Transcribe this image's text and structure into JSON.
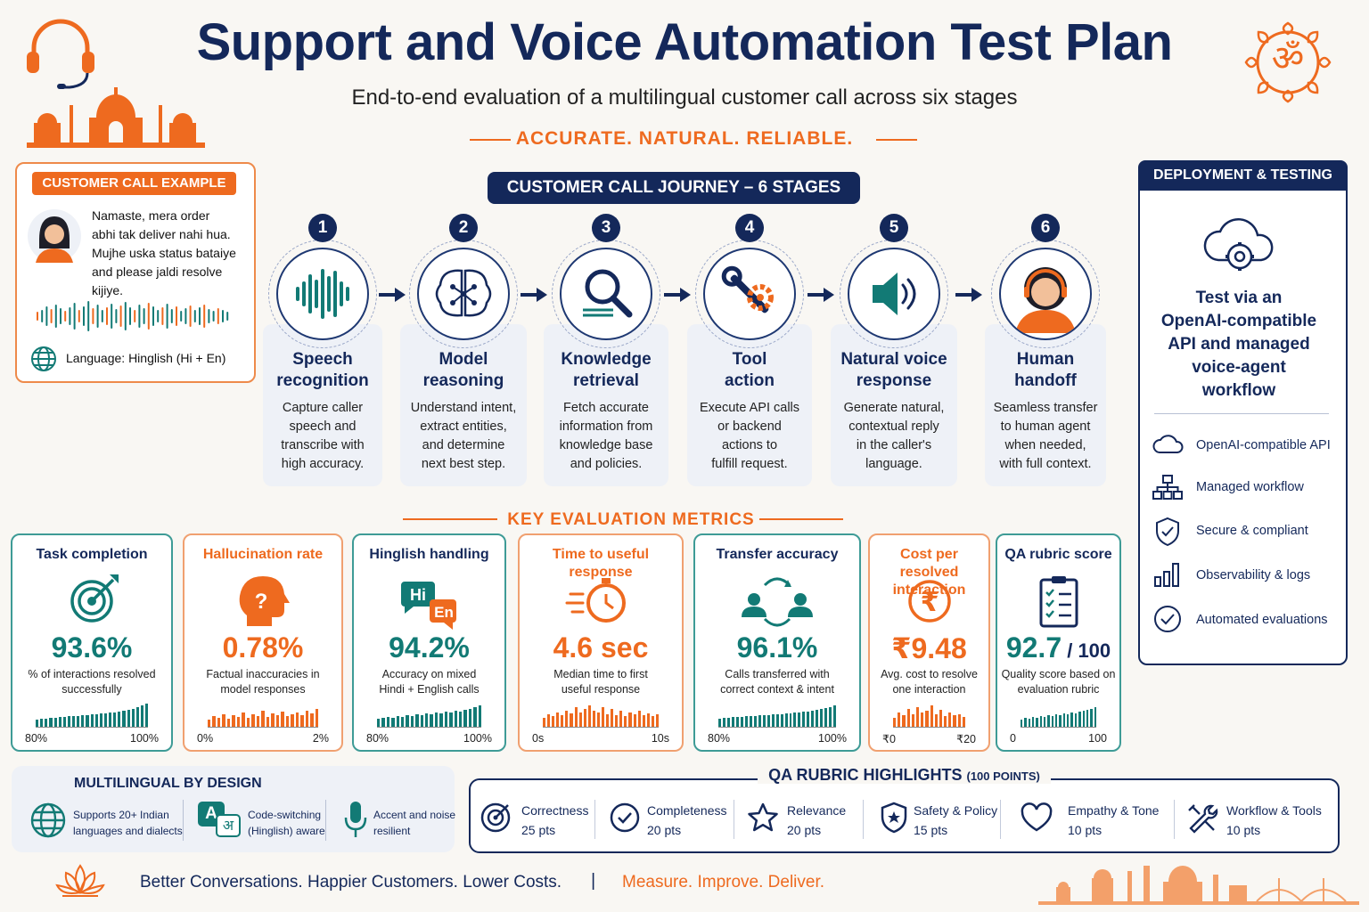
{
  "header": {
    "title": "Support and Voice Automation Test Plan",
    "subtitle": "End-to-end evaluation of a multilingual customer call across six stages",
    "tagline": "ACCURATE. NATURAL. RELIABLE.",
    "om_symbol": "ॐ"
  },
  "customer_call": {
    "badge": "CUSTOMER CALL EXAMPLE",
    "lines": [
      "Namaste, mera order",
      "abhi tak deliver nahi hua.",
      "Mujhe uska status bataiye",
      "and please jaldi resolve",
      "kijiye."
    ],
    "language": "Language: Hinglish (Hi + En)"
  },
  "journey": {
    "badge": "CUSTOMER CALL JOURNEY – 6 STAGES",
    "stages": [
      {
        "num": "1",
        "title1": "Speech",
        "title2": "recognition",
        "desc": [
          "Capture caller",
          "speech and",
          "transcribe with",
          "high accuracy."
        ],
        "icon": "waveform-icon"
      },
      {
        "num": "2",
        "title1": "Model",
        "title2": "reasoning",
        "desc": [
          "Understand intent,",
          "extract entities,",
          "and determine",
          "next best step."
        ],
        "icon": "brain-icon"
      },
      {
        "num": "3",
        "title1": "Knowledge",
        "title2": "retrieval",
        "desc": [
          "Fetch accurate",
          "information from",
          "knowledge base",
          "and policies."
        ],
        "icon": "magnifier-icon"
      },
      {
        "num": "4",
        "title1": "Tool",
        "title2": "action",
        "desc": [
          "Execute API calls",
          "or backend",
          "actions to",
          "fulfill request."
        ],
        "icon": "tools-icon"
      },
      {
        "num": "5",
        "title1": "Natural voice",
        "title2": "response",
        "desc": [
          "Generate natural,",
          "contextual reply",
          "in the caller's",
          "language."
        ],
        "icon": "speaker-icon"
      },
      {
        "num": "6",
        "title1": "Human",
        "title2": "handoff",
        "desc": [
          "Seamless transfer",
          "to human agent",
          "when needed,",
          "with full context."
        ],
        "icon": "agent-icon"
      }
    ]
  },
  "deployment": {
    "header": "DEPLOYMENT & TESTING",
    "text": [
      "Test via an",
      "OpenAI-compatible",
      "API and managed",
      "voice-agent",
      "workflow"
    ],
    "items": [
      "OpenAI-compatible API",
      "Managed workflow",
      "Secure & compliant",
      "Observability & logs",
      "Automated evaluations"
    ]
  },
  "metrics": {
    "heading": "KEY EVALUATION METRICS",
    "cards": [
      {
        "title": "Task completion",
        "value": "93.6%",
        "desc": [
          "% of interactions resolved",
          "successfully"
        ],
        "axis_min": "80%",
        "axis_max": "100%",
        "color": "#127a75"
      },
      {
        "title": "Hallucination rate",
        "value": "0.78%",
        "desc": [
          "Factual inaccuracies in",
          "model responses"
        ],
        "axis_min": "0%",
        "axis_max": "2%",
        "color": "#ee6a1f"
      },
      {
        "title": "Hinglish handling",
        "value": "94.2%",
        "desc": [
          "Accuracy on mixed",
          "Hindi + English calls"
        ],
        "axis_min": "80%",
        "axis_max": "100%",
        "color": "#127a75"
      },
      {
        "title": "Time to useful response",
        "value": "4.6 sec",
        "desc": [
          "Median time to first",
          "useful response"
        ],
        "axis_min": "0s",
        "axis_max": "10s",
        "color": "#ee6a1f"
      },
      {
        "title": "Transfer accuracy",
        "value": "96.1%",
        "desc": [
          "Calls transferred with",
          "correct context & intent"
        ],
        "axis_min": "80%",
        "axis_max": "100%",
        "color": "#127a75"
      },
      {
        "title": "Cost per resolved interaction",
        "value": "₹9.48",
        "desc": [
          "Avg. cost to resolve",
          "one interaction"
        ],
        "axis_min": "₹0",
        "axis_max": "₹20",
        "color": "#ee6a1f"
      },
      {
        "title": "QA rubric score",
        "value": "92.7",
        "value_suffix": " / 100",
        "desc": [
          "Quality score based on",
          "evaluation rubric"
        ],
        "axis_min": "0",
        "axis_max": "100",
        "color": "#127a75"
      }
    ]
  },
  "multilingual": {
    "heading": "MULTILINGUAL BY DESIGN",
    "items": [
      {
        "text": [
          "Supports 20+ Indian",
          "languages and dialects"
        ],
        "icon": "globe-icon"
      },
      {
        "text": [
          "Code-switching",
          "(Hinglish) aware"
        ],
        "icon": "translate-icon",
        "glyph_a": "A",
        "glyph_b": "अ"
      },
      {
        "text": [
          "Accent and noise",
          "resilient"
        ],
        "icon": "microphone-icon"
      }
    ]
  },
  "rubric": {
    "heading": "QA RUBRIC HIGHLIGHTS",
    "heading_note": "(100 POINTS)",
    "items": [
      {
        "name": "Correctness",
        "pts": "25 pts",
        "icon": "target-icon"
      },
      {
        "name": "Completeness",
        "pts": "20 pts",
        "icon": "check-circle-icon"
      },
      {
        "name": "Relevance",
        "pts": "20 pts",
        "icon": "star-icon"
      },
      {
        "name": "Safety & Policy",
        "pts": "15 pts",
        "icon": "shield-icon"
      },
      {
        "name": "Empathy & Tone",
        "pts": "10 pts",
        "icon": "heart-icon"
      },
      {
        "name": "Workflow & Tools",
        "pts": "10 pts",
        "icon": "wrench-icon"
      }
    ]
  },
  "footer": {
    "left": "Better Conversations. Happier Customers. Lower Costs.",
    "separator": "|",
    "right": "Measure. Improve. Deliver."
  },
  "colors": {
    "navy": "#14285a",
    "orange": "#ee6a1f",
    "teal": "#127a75",
    "background": "#f9f7f3"
  }
}
